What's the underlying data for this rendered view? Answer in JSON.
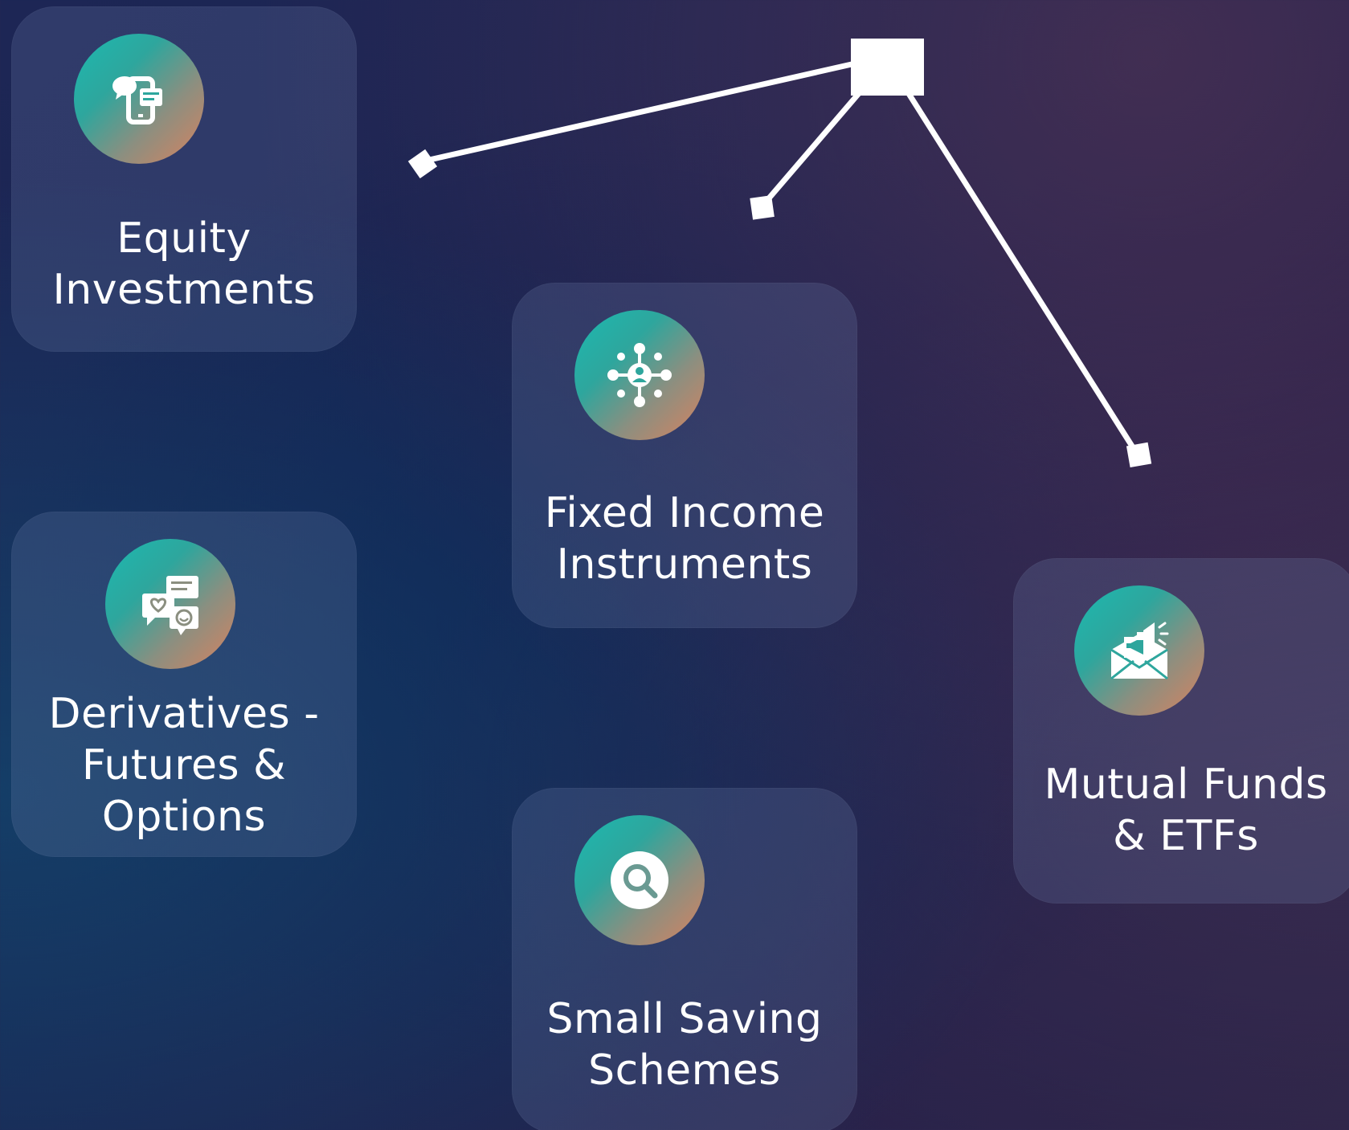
{
  "diagram": {
    "hub": {
      "icon": "square-node"
    },
    "endpoints": [
      "square-node",
      "square-node",
      "square-node"
    ]
  },
  "cards": [
    {
      "id": "equity",
      "label": "Equity\nInvestments",
      "icon": "mobile-chat-icon"
    },
    {
      "id": "fixed",
      "label": "Fixed Income\nInstruments",
      "icon": "network-user-icon"
    },
    {
      "id": "deriv",
      "label": "Derivatives -\nFutures &\nOptions",
      "icon": "chat-reactions-icon"
    },
    {
      "id": "mutual",
      "label": "Mutual Funds\n& ETFs",
      "icon": "megaphone-envelope-icon"
    },
    {
      "id": "small",
      "label": "Small Saving\nSchemes",
      "icon": "search-icon"
    }
  ],
  "colors": {
    "card_bg": "#6f7fb0",
    "icon_gradient_start": "#1cb9b0",
    "icon_gradient_end": "#d8825f",
    "text": "#ffffff",
    "connector": "#ffffff"
  }
}
